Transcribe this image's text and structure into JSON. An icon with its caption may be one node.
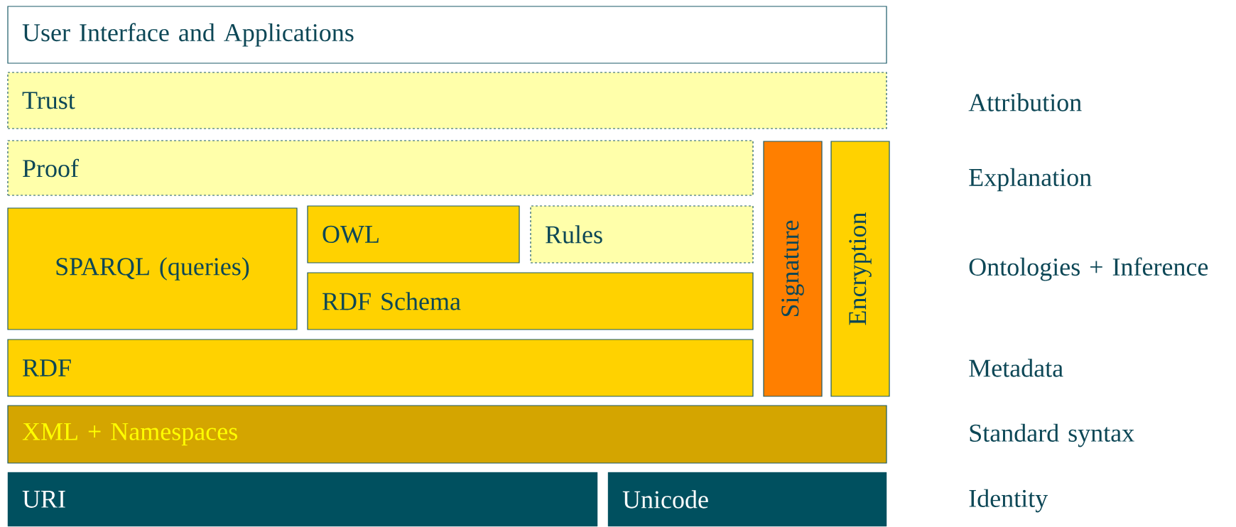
{
  "diagram": {
    "nodes": [
      {
        "text": [
          "User Interface and Applications"
        ]
      },
      {
        "text": [
          "Trust"
        ]
      },
      {
        "text": [
          "Proof"
        ]
      },
      {
        "text": [
          "SPARQL (queries)"
        ]
      },
      {
        "text": [
          "OWL"
        ]
      },
      {
        "text": [
          "Rules"
        ]
      },
      {
        "text": [
          "RDF Schema"
        ]
      },
      {
        "text": [
          "RDF"
        ]
      },
      {
        "text": [
          "Signature"
        ]
      },
      {
        "text": [
          "Encryption"
        ]
      },
      {
        "text": [
          "XML + Namespaces"
        ]
      },
      {
        "text": [
          "URI"
        ]
      },
      {
        "text": [
          "Unicode"
        ]
      }
    ],
    "labels": [
      "Attribution",
      "Explanation",
      "Ontologies + Inference",
      "Metadata",
      "Standard syntax",
      "Identity"
    ]
  }
}
